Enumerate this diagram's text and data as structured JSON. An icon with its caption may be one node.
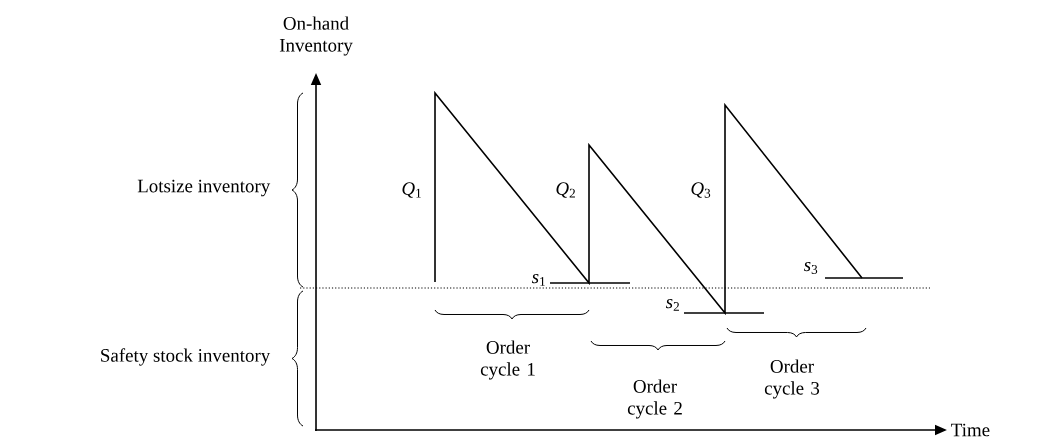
{
  "diagram": {
    "labels": [
      "On-hand Inventory",
      "Lotsize inventory",
      "*Q*$_{1}$",
      "*Q*$_{2}$",
      "*Q*$_{3}$",
      "*s*$_{3}$",
      "*s*$_{1}$",
      "*s*$_{2}$",
      "Safety stock inventory",
      "Order cycle 1",
      "Order cycle 3",
      "Order cycle 2",
      "Time"
    ]
  }
}
